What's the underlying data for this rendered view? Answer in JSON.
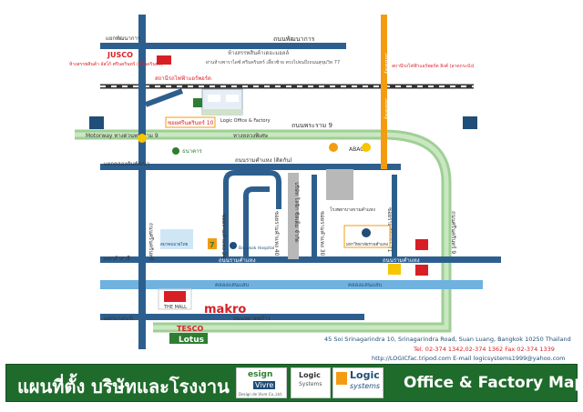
{
  "roads": {
    "road_top": "ถนนพัฒนาการ",
    "road_top_left": "แยกพัฒนาการ",
    "road_rama9": "ถนนพระราม 9",
    "road_rama9_right": "ถนนพระราม 9",
    "rama9_left": "Motorway ทางด่วนพระราม 9",
    "expressway": "ทางหลวงพิเศษ",
    "road_ramkhamhaeng": "ถนนรามคำแหง",
    "road_ramkhamhaeng_2": "ถนนรามคำแหง",
    "road_mid": "ถนนรามคำแหง (ติดกัน)",
    "road_kheha": "ถนนหลาดพร้าว",
    "junction_left": "แยกลำสาลี",
    "junction_bottom": "แยกบางกะปิ",
    "junction_mid": "แยกคลองตันพัฒนา",
    "khlong_left": "คลองแสนแสบ",
    "khlong_right": "คลองแสนแสบ",
    "soi_rk_1": "ซอยรามคำแหง 24",
    "soi_rk_2": "ซอยรามคำแหง 40",
    "soi_rk_3": "ซอยรามคำแหง 30",
    "soi_rk_4": "ซอยรามคำแหง 21",
    "soi_left": "ถนนศรีนครินทร์",
    "soi_right": "ถนนศรีนครินทร์ 9",
    "company": "บริษัท โลจิก ซิสเต็ม จำกัด",
    "north_desc": "ห้างสรรพสินค้าเดอะมอลล์",
    "north_desc_2": "ผ่านห้างพาราไดซ์ ศรีนครินทร์ เลี้ยวซ้าย ตรงไปจนถึงถนนสุขุมวิท 77"
  },
  "landmarks": {
    "jusco": "JUSCO",
    "jusco_desc": "ห้างสรรพสินค้า จัสโก้ ศรีนครินทร์ (ศรีนครินทร์)",
    "airport_link": "สถานีรถไฟฟ้าแอร์พอร์ต ลิงค์ (ลาดกระบัง)",
    "airport_link_short": "สถานีรถไฟฟ้าแอร์พอร์ต",
    "subway": "Subway",
    "subway_2": "Subway",
    "soi_sign": "ซอยศรีนครินทร์ 10",
    "logic_label": "Logic Office & Factory",
    "abac": "ABAC",
    "bank_sign": "ธนาคาร",
    "hospital": "โรงพยาบาลรามคำแหง",
    "hospital_2": "สมาคมมวยไทย",
    "bangkok_hospital": "Bangkok Hospital",
    "univ": "มหาวิทยาลัยรามคำแหง",
    "the_mall": "THE MALL",
    "makro": "makro",
    "tesco": "TESCO",
    "lotus": "Lotus",
    "soi_num": "10",
    "seven": "7"
  },
  "contact": {
    "address": "45 Soi Srinagarindra 10, Srinagarindra Road, Suan Luang, Bangkok 10250 Thailand",
    "tel": "Tel. 02-374 1342,02-374 1362 Fax 02-374 1339",
    "web": "http://LOGICfac.tripod.com   E-mail  logicsystems1999@yahoo.com"
  },
  "footer": {
    "title_th": "แผนที่ตั้ง บริษัทและโรงงาน",
    "title_en": "Office & Factory Map",
    "logo1_a": "esign",
    "logo1_b": "Vivre",
    "logo1_sub": "Design de Vivre Co.,Ltd.",
    "logo2": "Logic",
    "logo2_sub": "Systems",
    "logo3": "Logic",
    "logo3_b": "systems"
  },
  "colors": {
    "road_blue": "#2d5f8e",
    "road_lightblue": "#6fb2e0",
    "road_green": "#a8d5a0",
    "road_orange": "#f39c12",
    "road_grey": "#b8b8b8",
    "footer_green": "#1f6b2b",
    "red_text": "#d81f26"
  }
}
